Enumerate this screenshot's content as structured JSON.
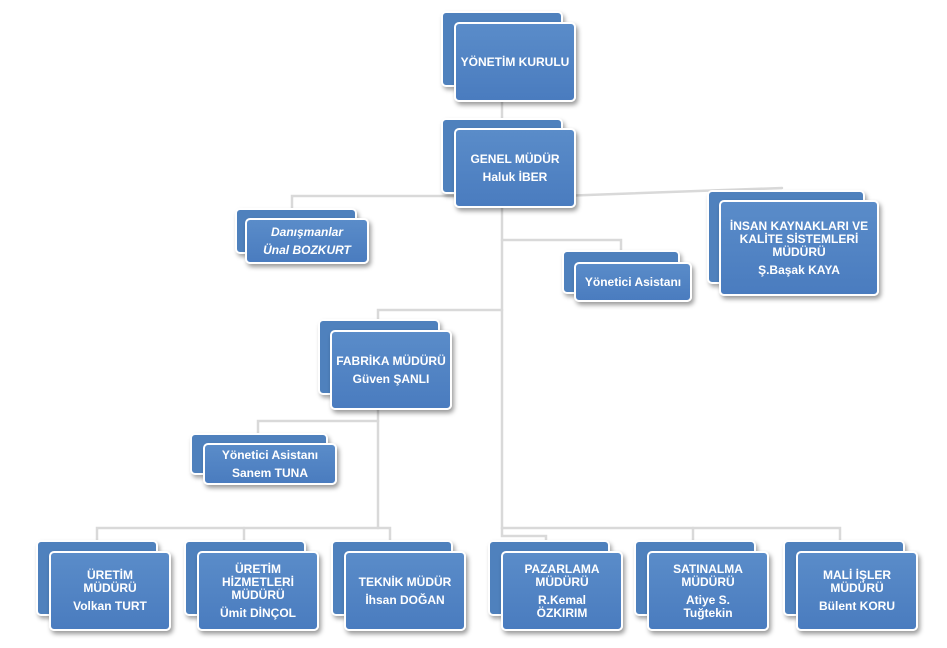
{
  "nodes": {
    "board": {
      "title": "YÖNETİM KURULU"
    },
    "gm": {
      "title": "GENEL MÜDÜR",
      "name": "Haluk İBER"
    },
    "advisors": {
      "title": "Danışmanlar",
      "name": "Ünal BOZKURT"
    },
    "hr": {
      "title": "İNSAN KAYNAKLARI VE KALİTE SİSTEMLERİ MÜDÜRÜ",
      "name": "Ş.Başak KAYA"
    },
    "exec_assistant": {
      "title": "Yönetici Asistanı"
    },
    "factory": {
      "title": "FABRİKA MÜDÜRÜ",
      "name": "Güven ŞANLI"
    },
    "factory_assistant": {
      "title": "Yönetici Asistanı",
      "name": "Sanem TUNA"
    },
    "production": {
      "title": "ÜRETİM MÜDÜRÜ",
      "name": "Volkan TURT"
    },
    "production_services": {
      "title": "ÜRETİM HİZMETLERİ MÜDÜRÜ",
      "name": "Ümit DİNÇOL"
    },
    "technical": {
      "title": "TEKNİK MÜDÜR",
      "name": "İhsan DOĞAN"
    },
    "marketing": {
      "title": "PAZARLAMA MÜDÜRÜ",
      "name": "R.Kemal ÖZKIRIM"
    },
    "purchasing": {
      "title": "SATINALMA MÜDÜRÜ",
      "name": "Atiye S. Tuğtekin"
    },
    "finance": {
      "title": "MALİ İŞLER MÜDÜRÜ",
      "name": "Bülent KORU"
    }
  },
  "colors": {
    "box_fill": "#4f81bd",
    "box_border": "#ffffff",
    "connector": "#d9d9d9",
    "text": "#ffffff"
  }
}
